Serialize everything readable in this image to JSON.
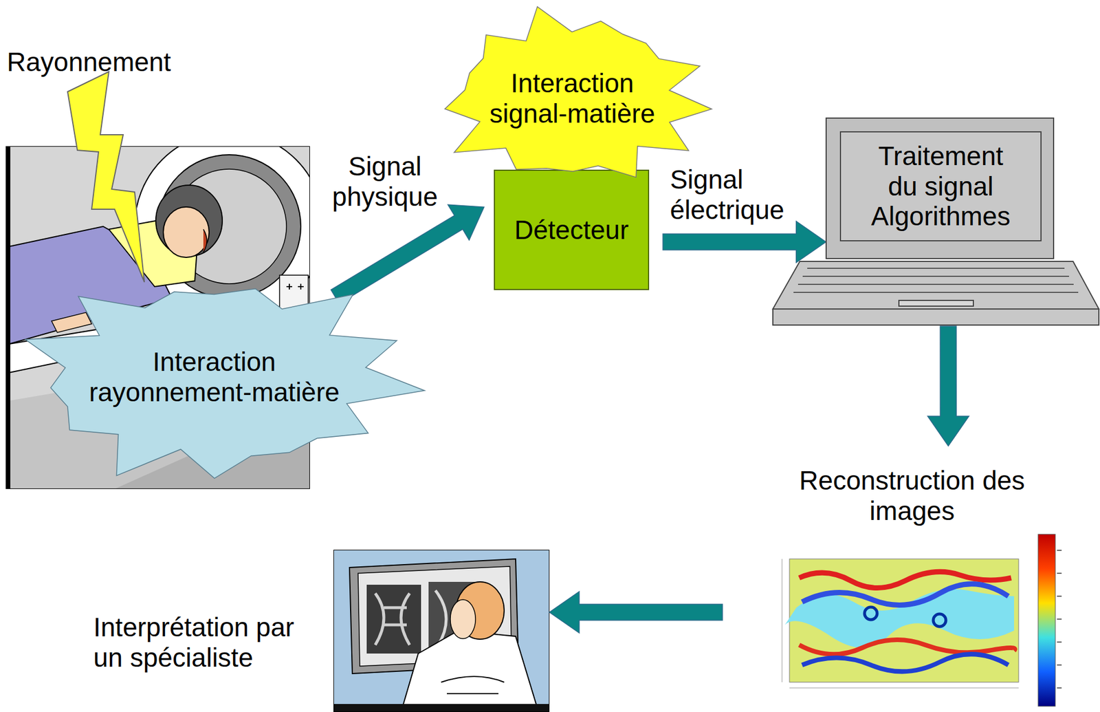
{
  "diagram": {
    "nodes": [
      {
        "text": [
          "Interaction rayonnement-matière"
        ]
      },
      {
        "text": [
          "Interaction signal-matière"
        ]
      },
      {
        "text": [
          "Détecteur"
        ]
      },
      {
        "text": [
          "Traitement du signal Algorithmes"
        ]
      },
      {
        "text": [
          "Reconstruction des images"
        ]
      },
      {
        "text": [
          "Interprétation par un spécialiste"
        ]
      }
    ],
    "edges": [
      {
        "from": 0,
        "to": 2,
        "label": "Signal physique",
        "arrow": "to"
      },
      {
        "from": 2,
        "to": 3,
        "label": "Signal électrique",
        "arrow": "to"
      },
      {
        "from": 3,
        "to": 4,
        "arrow": "to"
      },
      {
        "from": 4,
        "to": 5,
        "arrow": "to"
      }
    ],
    "labels": [
      "Rayonnement"
    ]
  }
}
